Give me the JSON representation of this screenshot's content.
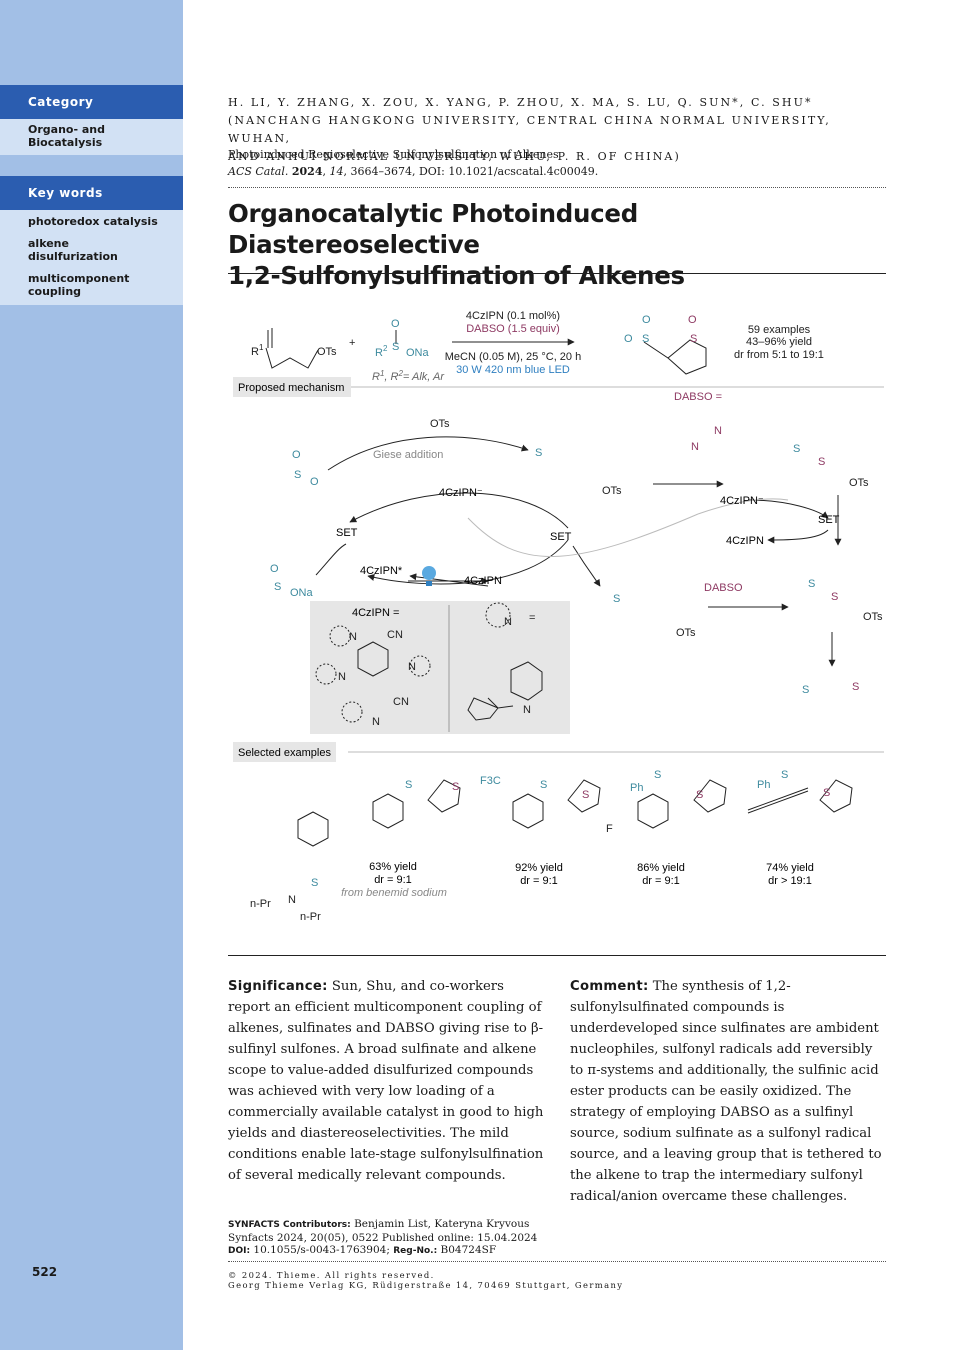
{
  "sidebar": {
    "category_heading": "Category",
    "category_items": [
      "Organo- and",
      "Biocatalysis"
    ],
    "keywords_heading": "Key words",
    "keywords": [
      "photoredox catalysis",
      "alkene",
      "disulfurization",
      "multicomponent",
      "coupling"
    ],
    "page_number": "522"
  },
  "header": {
    "authors_line1": "H. Li, Y. Zhang, X. Zou, X. Yang, P. Zhou, X. Ma, S. Lu, Q. Sun*, C. Shu*",
    "authors_line2": "(Nanchang Hangkong University, Central China Normal University, Wuhan,",
    "authors_line3": "and Anhui Normal University, Wuhu, P. R. of China)",
    "ref_title": "Photoinduced Regioselective Sulfonylsulfination of Alkenes",
    "journal": "ACS Catal.",
    "year": "2024",
    "volume": "14",
    "pages_doi": ", 3664–3674, DOI: 10.1021/acscatal.4c00049."
  },
  "title_line1": "Organocatalytic Photoinduced Diastereoselective",
  "title_line2": "1,2-Sulfonylsulfination of Alkenes",
  "scheme": {
    "cond_cat": "4CzIPN (0.1 mol%)",
    "cond_dabso": "DABSO (1.5 equiv)",
    "cond_solvent": "MeCN (0.05 M), 25 °C, 20 h",
    "cond_light": "30 W 420 nm blue LED",
    "examples": "59 examples",
    "yield_range": "43–96% yield",
    "dr_range": "dr from 5:1 to 19:1",
    "r_def": "= Alk, Ar",
    "proposed_mechanism": "Proposed mechanism",
    "dabso_eq": "DABSO =",
    "giese": "Giese addition",
    "set": "SET",
    "czipn_minus": "4CzIPN⁻",
    "czipn_star": "4CzIPN*",
    "czipn": "4CzIPN",
    "czipn_eq": "4CzIPN =",
    "dabso": "DABSO",
    "selected_examples": "Selected examples",
    "ex1_yield": "63% yield",
    "ex1_dr": "dr = 9:1",
    "ex1_note": "from benemid sodium",
    "ex2_yield": "92% yield",
    "ex2_dr": "dr = 9:1",
    "ex3_yield": "86% yield",
    "ex3_dr": "dr = 9:1",
    "ex4_yield": "74% yield",
    "ex4_dr": "dr > 19:1",
    "atoms": {
      "ots": "OTs",
      "ona": "ONa",
      "o": "O",
      "s": "S",
      "n": "N",
      "cn": "CN",
      "ph": "Ph",
      "f": "F",
      "f3c": "F3C",
      "npr": "n-Pr",
      "eq": "="
    }
  },
  "significance_label": "Significance:",
  "significance": "Sun, Shu, and co-workers report an efficient multicomponent coupling of alkenes, sulfinates and DABSO giving rise to β-sulfinyl sulfones. A broad sulfinate and alkene scope to value-added disulfurized compounds was achieved with very low loading of a commercially available catalyst in good to high yields and diastereoselectivities. The mild conditions enable late-stage sulfonylsulfination of several medically relevant compounds.",
  "comment_label": "Comment:",
  "comment": "The synthesis of 1,2-sulfonylsulfinated compounds is underdeveloped since sulfinates are ambident nucleophiles, sulfonyl radicals add reversibly to π-systems and additionally, the sulfinic acid ester products can be easily oxidized. The strategy of employing DABSO as a sulfinyl source, sodium sulfinate as a sulfonyl radical source, and a leaving group that is tethered to the alkene to trap the intermediary sulfonyl radical/anion overcame these challenges.",
  "footer": {
    "contrib_label": "SYNFACTS Contributors:",
    "contributors": "Benjamin List, Kateryna Kryvous",
    "synfacts_line": "Synfacts  2024, 20(05), 0522    Published online: 15.04.2024",
    "doi_label": "DOI:",
    "doi": "10.1055/s-0043-1763904;",
    "regno_label": "Reg-No.:",
    "regno": "B04724SF",
    "copyright1": "© 2024. Thieme. All rights reserved.",
    "copyright2": "Georg Thieme Verlag KG, Rüdigerstraße 14, 70469 Stuttgart, Germany"
  },
  "colors": {
    "sidebar": "#a2bfe6",
    "sidebar_head": "#2b5db0",
    "sidebar_box": "#d2e1f4",
    "teal": "#3d8a9e",
    "maroon": "#8e3a63",
    "blue": "#2f7fc0",
    "panel": "#e6e6e6"
  }
}
